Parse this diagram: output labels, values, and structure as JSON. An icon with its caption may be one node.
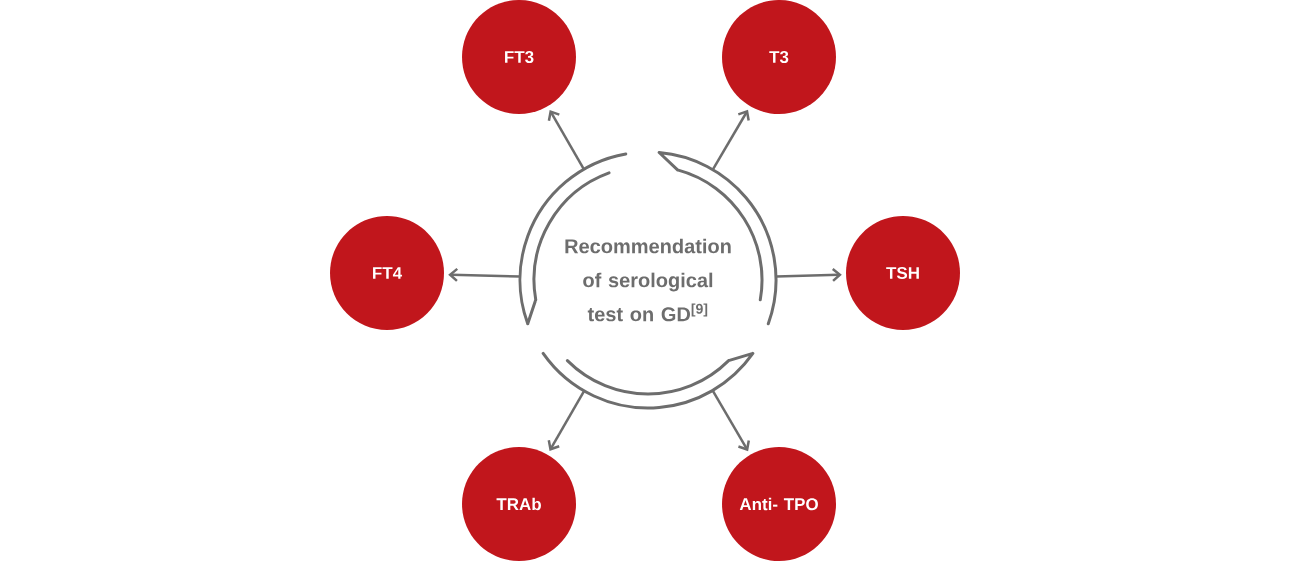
{
  "diagram": {
    "nodes": [
      {
        "text": [
          "Recommendation of serological test on GD$^{[9]}$"
        ]
      },
      {
        "text": [
          "FT3"
        ]
      },
      {
        "text": [
          "T3"
        ]
      },
      {
        "text": [
          "FT4"
        ]
      },
      {
        "text": [
          "TSH"
        ]
      },
      {
        "text": [
          "TRAb"
        ]
      },
      {
        "text": [
          "Anti- TPO"
        ]
      }
    ],
    "edges": [
      {
        "from": 0,
        "to": 1,
        "arrow": "to"
      },
      {
        "from": 0,
        "to": 2,
        "arrow": "to"
      },
      {
        "from": 0,
        "to": 3,
        "arrow": "to"
      },
      {
        "from": 0,
        "to": 4,
        "arrow": "to"
      },
      {
        "from": 0,
        "to": 5,
        "arrow": "to"
      },
      {
        "from": 0,
        "to": 6,
        "arrow": "to"
      }
    ]
  }
}
